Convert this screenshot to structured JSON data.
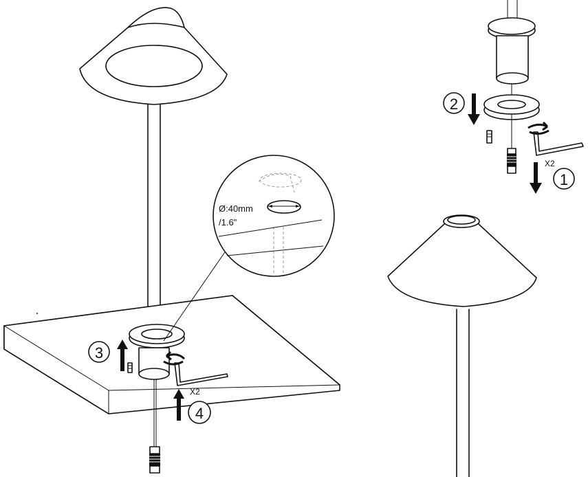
{
  "detail": {
    "diameter_label": "Ø:40mm",
    "imperial_label": "/1.6\""
  },
  "steps": [
    {
      "number": "1",
      "direction": "down"
    },
    {
      "number": "2",
      "direction": "down"
    },
    {
      "number": "3",
      "direction": "up"
    },
    {
      "number": "4",
      "direction": "up"
    }
  ],
  "multipliers": {
    "top_right": "X2",
    "bottom": "X2"
  },
  "icons": [
    "arrow-down-icon",
    "arrow-up-icon",
    "rotation-icon",
    "allen-key-icon",
    "screw-icon",
    "connector-plug-icon"
  ]
}
